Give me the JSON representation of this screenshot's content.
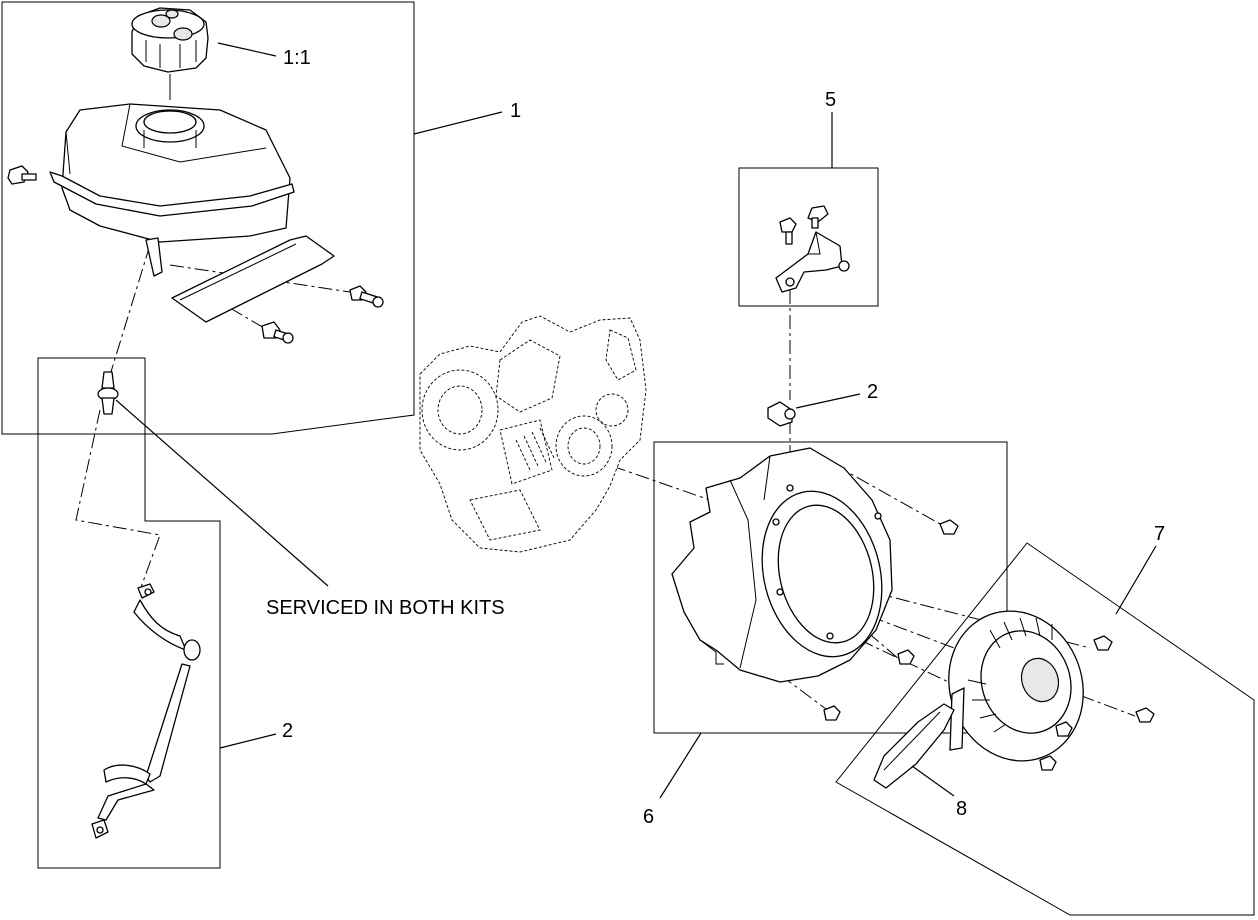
{
  "callouts": {
    "c1_1": "1:1",
    "c1": "1",
    "c5": "5",
    "c2_right": "2",
    "c2_left": "2",
    "c7": "7",
    "c6": "6",
    "c8": "8",
    "note": "SERVICED IN BOTH KITS"
  }
}
